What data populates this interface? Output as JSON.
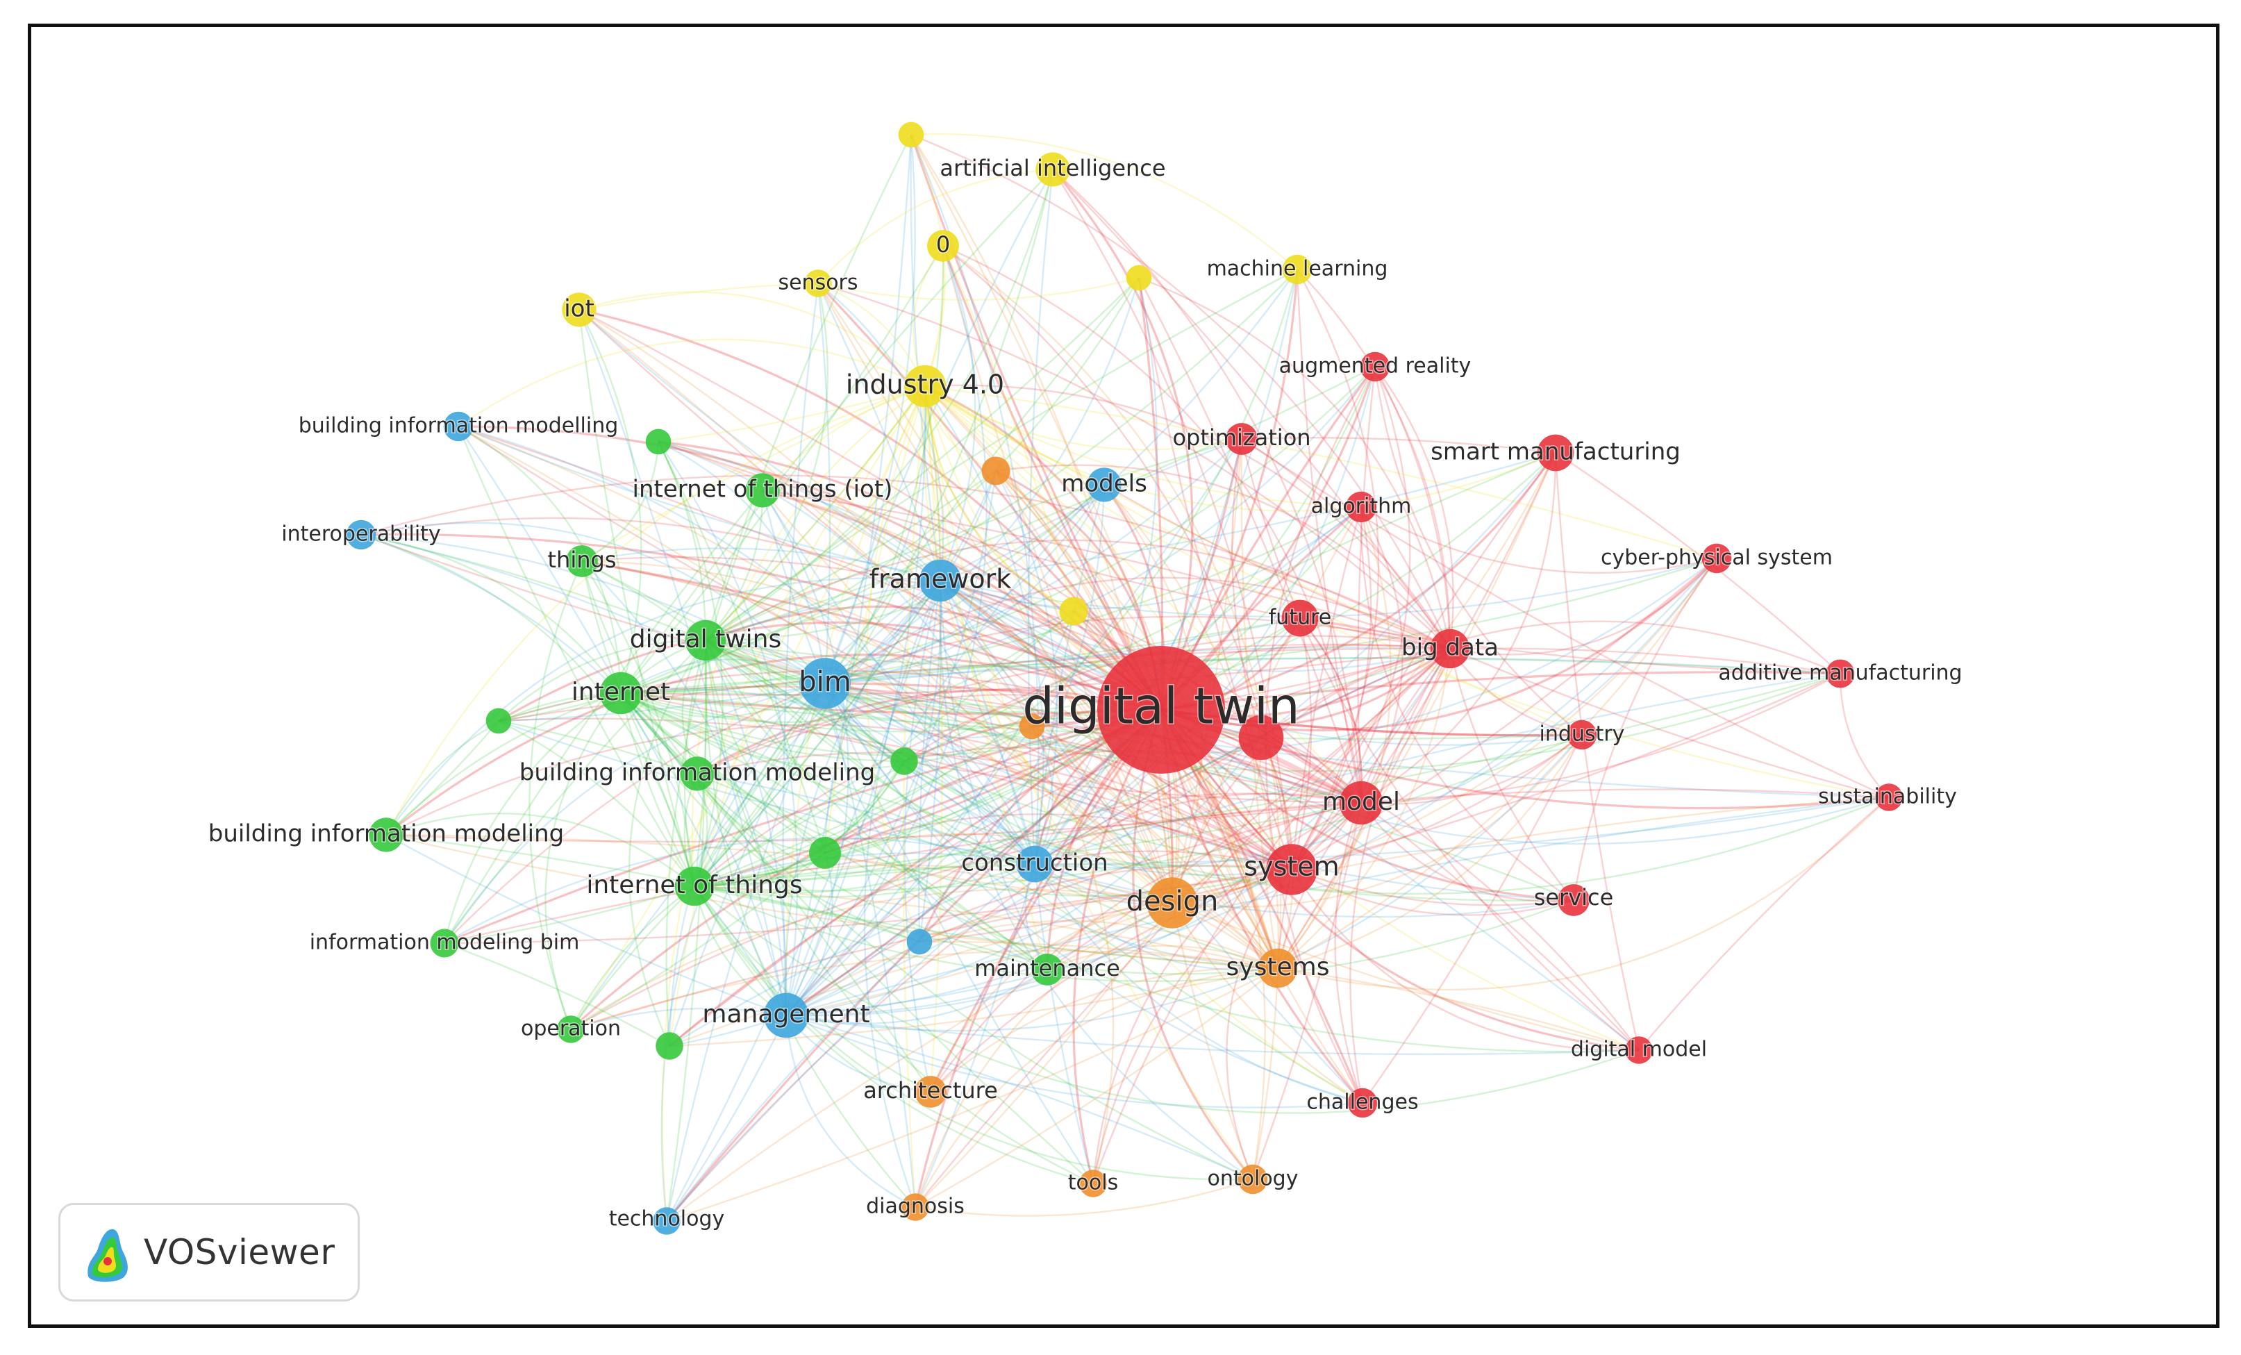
{
  "colors": {
    "red": "#e8333d",
    "green": "#35c93c",
    "blue": "#3ea6dd",
    "yellow": "#f0dd1e",
    "orange": "#ef8f2c"
  },
  "brand": {
    "name": "VOSviewer",
    "icon": "vosviewer-logo-icon"
  },
  "nodes": [
    {
      "id": "digital-twin",
      "label": "digital twin",
      "cluster": "red",
      "weight": 10
    },
    {
      "id": "design",
      "label": "design",
      "cluster": "orange",
      "weight": 5
    },
    {
      "id": "system",
      "label": "system",
      "cluster": "red",
      "weight": 5
    },
    {
      "id": "model",
      "label": "model",
      "cluster": "red",
      "weight": 4.5
    },
    {
      "id": "big-data",
      "label": "big data",
      "cluster": "red",
      "weight": 4.2
    },
    {
      "id": "future",
      "label": "future",
      "cluster": "red",
      "weight": 4
    },
    {
      "id": "algorithm",
      "label": "algorithm",
      "cluster": "red",
      "weight": 3.5
    },
    {
      "id": "optimization",
      "label": "optimization",
      "cluster": "red",
      "weight": 3.6
    },
    {
      "id": "augmented-reality",
      "label": "augmented reality",
      "cluster": "red",
      "weight": 3.4
    },
    {
      "id": "smart-manufacturing",
      "label": "smart manufacturing",
      "cluster": "red",
      "weight": 4
    },
    {
      "id": "cyber-physical-system",
      "label": "cyber-physical system",
      "cluster": "red",
      "weight": 3.4
    },
    {
      "id": "additive-manufacturing",
      "label": "additive manufacturing",
      "cluster": "red",
      "weight": 3.3
    },
    {
      "id": "industry",
      "label": "industry",
      "cluster": "red",
      "weight": 3.4
    },
    {
      "id": "sustainability",
      "label": "sustainability",
      "cluster": "red",
      "weight": 3.2
    },
    {
      "id": "service",
      "label": "service",
      "cluster": "red",
      "weight": 3.6
    },
    {
      "id": "digital-model",
      "label": "digital model",
      "cluster": "red",
      "weight": 3.2
    },
    {
      "id": "challenges",
      "label": "challenges",
      "cluster": "red",
      "weight": 3.4
    },
    {
      "id": "bim",
      "label": "bim",
      "cluster": "blue",
      "weight": 5
    },
    {
      "id": "framework",
      "label": "framework",
      "cluster": "blue",
      "weight": 4.4
    },
    {
      "id": "models",
      "label": "models",
      "cluster": "blue",
      "weight": 3.8
    },
    {
      "id": "construction",
      "label": "construction",
      "cluster": "blue",
      "weight": 4
    },
    {
      "id": "management",
      "label": "management",
      "cluster": "blue",
      "weight": 4.6
    },
    {
      "id": "technology",
      "label": "technology",
      "cluster": "blue",
      "weight": 3.2
    },
    {
      "id": "interoperability",
      "label": "interoperability",
      "cluster": "blue",
      "weight": 3.4
    },
    {
      "id": "building-information-modelling",
      "label": "building information modelling",
      "cluster": "blue",
      "weight": 3.4
    },
    {
      "id": "digital-twins",
      "label": "digital twins",
      "cluster": "green",
      "weight": 4.3
    },
    {
      "id": "internet",
      "label": "internet",
      "cluster": "green",
      "weight": 4.4
    },
    {
      "id": "things",
      "label": "things",
      "cluster": "green",
      "weight": 3.6
    },
    {
      "id": "internet-of-things-iot",
      "label": "internet of things (iot)",
      "cluster": "green",
      "weight": 3.8
    },
    {
      "id": "building-information-modeling-a",
      "label": "building information modeling",
      "cluster": "green",
      "weight": 3.8
    },
    {
      "id": "building-information-modeling-b",
      "label": "building information modeling",
      "cluster": "green",
      "weight": 3.8
    },
    {
      "id": "internet-of-things",
      "label": "internet of things",
      "cluster": "green",
      "weight": 4.2
    },
    {
      "id": "information-modeling-bim",
      "label": "information modeling bim",
      "cluster": "green",
      "weight": 3.3
    },
    {
      "id": "operation",
      "label": "operation",
      "cluster": "green",
      "weight": 3.2
    },
    {
      "id": "maintenance",
      "label": "maintenance",
      "cluster": "green",
      "weight": 3.6
    },
    {
      "id": "artificial-intelligence",
      "label": "artificial intelligence",
      "cluster": "yellow",
      "weight": 3.8
    },
    {
      "id": "0",
      "label": "0",
      "cluster": "yellow",
      "weight": 3.6
    },
    {
      "id": "sensors",
      "label": "sensors",
      "cluster": "yellow",
      "weight": 3.2
    },
    {
      "id": "machine-learning",
      "label": "machine learning",
      "cluster": "yellow",
      "weight": 3.4
    },
    {
      "id": "iot",
      "label": "iot",
      "cluster": "yellow",
      "weight": 3.8
    },
    {
      "id": "industry-4-0",
      "label": "industry 4.0",
      "cluster": "yellow",
      "weight": 4.4
    },
    {
      "id": "systems",
      "label": "systems",
      "cluster": "orange",
      "weight": 4.2
    },
    {
      "id": "architecture",
      "label": "architecture",
      "cluster": "orange",
      "weight": 3.6
    },
    {
      "id": "diagnosis",
      "label": "diagnosis",
      "cluster": "orange",
      "weight": 3.2
    },
    {
      "id": "tools",
      "label": "tools",
      "cluster": "orange",
      "weight": 3.2
    },
    {
      "id": "ontology",
      "label": "ontology",
      "cluster": "orange",
      "weight": 3.4
    },
    {
      "id": "unlabeled-yellow-1",
      "label": "",
      "cluster": "yellow",
      "weight": 3
    },
    {
      "id": "unlabeled-yellow-2",
      "label": "",
      "cluster": "yellow",
      "weight": 3
    },
    {
      "id": "unlabeled-yellow-3",
      "label": "",
      "cluster": "yellow",
      "weight": 3.3
    },
    {
      "id": "unlabeled-green-1",
      "label": "",
      "cluster": "green",
      "weight": 3
    },
    {
      "id": "unlabeled-green-2",
      "label": "",
      "cluster": "green",
      "weight": 3
    },
    {
      "id": "unlabeled-green-3",
      "label": "",
      "cluster": "green",
      "weight": 3.6
    },
    {
      "id": "unlabeled-green-4",
      "label": "",
      "cluster": "green",
      "weight": 3.2
    },
    {
      "id": "unlabeled-green-5",
      "label": "",
      "cluster": "green",
      "weight": 3.2
    },
    {
      "id": "unlabeled-blue-1",
      "label": "",
      "cluster": "blue",
      "weight": 3
    },
    {
      "id": "unlabeled-orange-1",
      "label": "",
      "cluster": "orange",
      "weight": 3.3
    },
    {
      "id": "unlabeled-orange-2",
      "label": "",
      "cluster": "orange",
      "weight": 3
    },
    {
      "id": "unlabeled-red-1",
      "label": "",
      "cluster": "red",
      "weight": 4.6
    }
  ]
}
